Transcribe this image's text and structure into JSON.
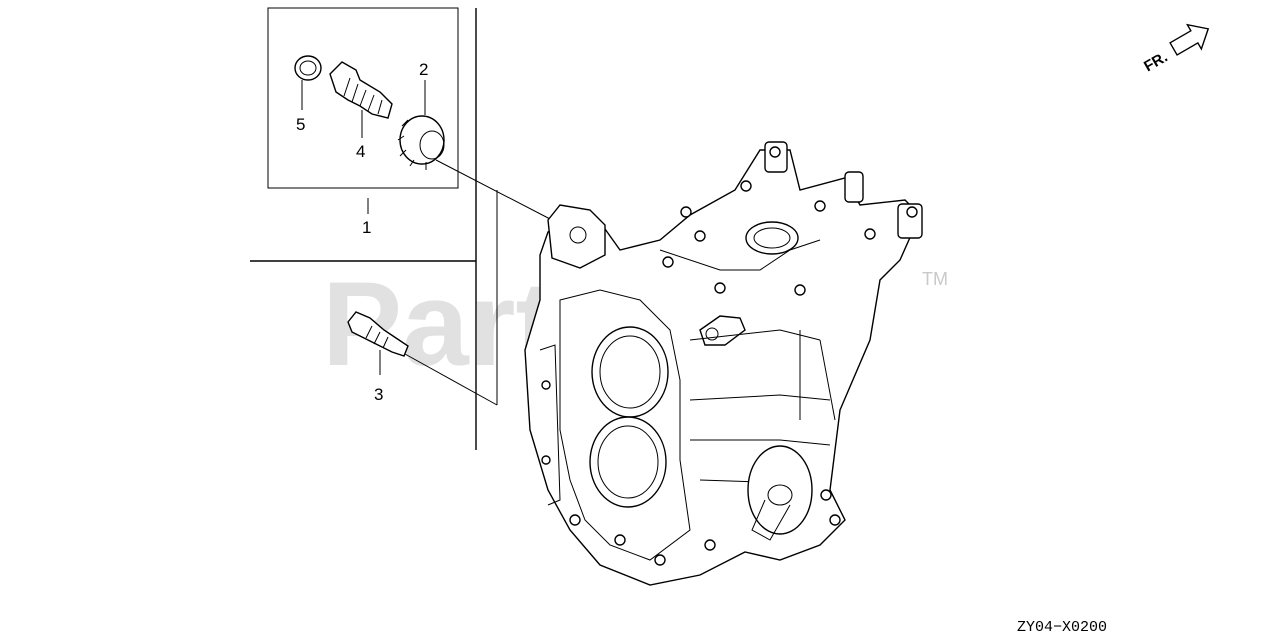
{
  "callouts": {
    "c1": "1",
    "c2": "2",
    "c3": "3",
    "c4": "4",
    "c5": "5"
  },
  "direction_label": "FR.",
  "diagram_code": "ZY04−X0200",
  "watermark": {
    "text": "PartsTree",
    "trademark": "TM"
  },
  "colors": {
    "line": "#000000",
    "background": "#ffffff",
    "watermark": "#c9c9c9"
  }
}
